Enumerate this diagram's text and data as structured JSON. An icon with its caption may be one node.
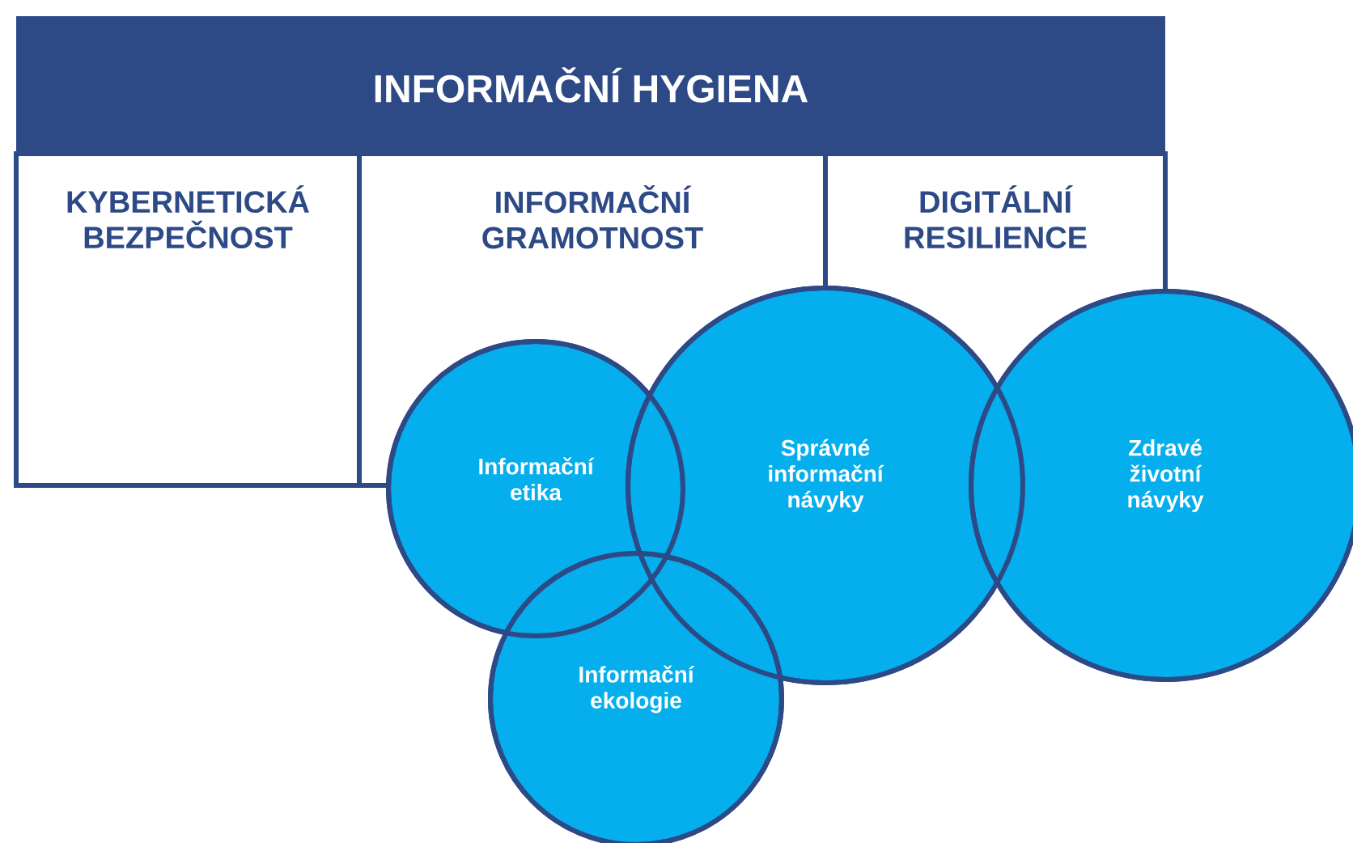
{
  "diagram": {
    "nodes": [
      {
        "text": [
          "INFORMAČNÍ HYGIENA"
        ]
      },
      {
        "text": [
          "KYBERNETICKÁ BEZPEČNOST"
        ]
      },
      {
        "text": [
          "INFORMAČNÍ GRAMOTNOST"
        ]
      },
      {
        "text": [
          "DIGITÁLNÍ RESILIENCE"
        ]
      },
      {
        "text": [
          "Informační etika"
        ]
      },
      {
        "text": [
          "Správné informační návyky"
        ]
      },
      {
        "text": [
          "Zdravé životní návyky"
        ]
      },
      {
        "text": [
          "Informační ekologie"
        ]
      }
    ]
  }
}
